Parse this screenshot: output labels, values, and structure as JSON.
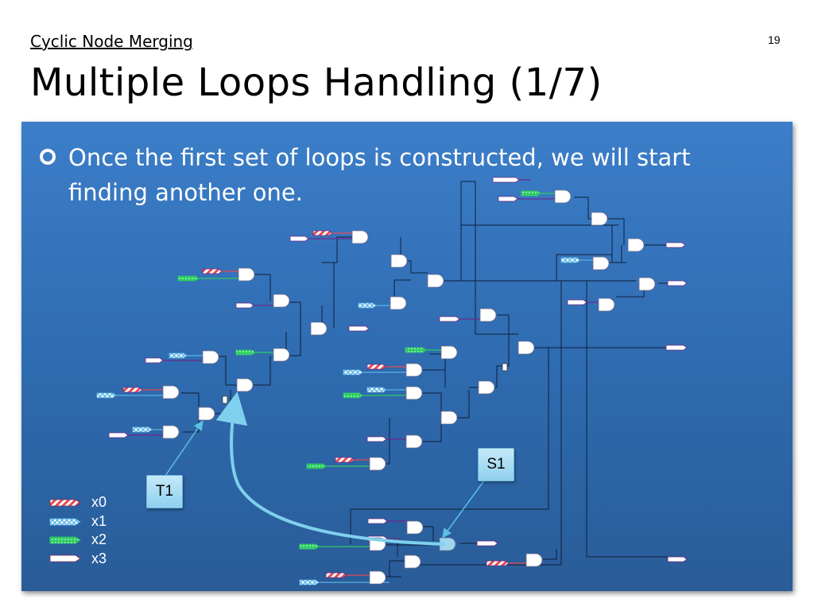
{
  "slide": {
    "subtitle": "Cyclic Node Merging",
    "number": "19",
    "title": "Multiple Loops Handling (1/7)",
    "bullet": "Once the first set of loops is constructed, we will start finding another one."
  },
  "callouts": {
    "t1": "T1",
    "s1": "S1"
  },
  "legend": [
    {
      "label": "x0",
      "pattern": "hatch-red"
    },
    {
      "label": "x1",
      "pattern": "cross-blue"
    },
    {
      "label": "x2",
      "pattern": "dot-green"
    },
    {
      "label": "x3",
      "pattern": "plain-white"
    }
  ],
  "colors": {
    "panel": "#3a7bc5",
    "x0": "#e8494f",
    "x1": "#7ec6f0",
    "x2": "#3bd86e",
    "x3": "#ffffff",
    "arrow": "#7fd0ec"
  }
}
